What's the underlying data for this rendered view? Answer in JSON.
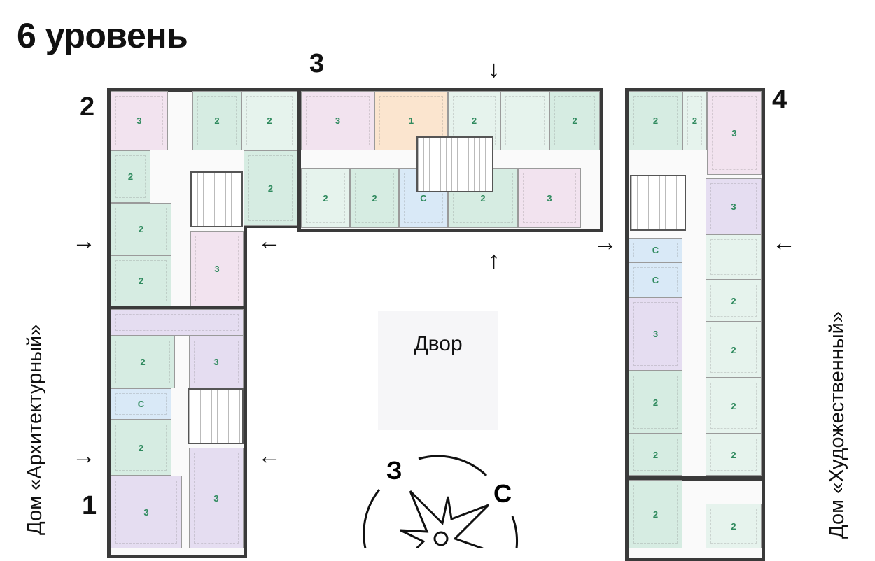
{
  "title": "6 уровень",
  "sections": {
    "s1": "1",
    "s2": "2",
    "s3": "3",
    "s4": "4"
  },
  "yard": "Двор",
  "buildings": {
    "left": "Дом «Архитектурный»",
    "right": "Дом «Художественный»"
  },
  "compass": {
    "west": "З",
    "north": "С"
  },
  "entrance_arrows": [
    "→",
    "←",
    "→",
    "←",
    "↓",
    "↑",
    "→",
    "←"
  ],
  "colors": {
    "pink": "#f2e3ef",
    "green": "#d6ece2",
    "light_green": "#e6f3ed",
    "peach": "#fbe5cf",
    "blue": "#d9e9f7",
    "purple": "#e5ddf1"
  },
  "apartments": [
    {
      "rooms": "3",
      "color": "pink"
    },
    {
      "rooms": "2",
      "color": "green"
    },
    {
      "rooms": "2",
      "color": "light_green"
    },
    {
      "rooms": "2",
      "color": "green"
    },
    {
      "rooms": "2",
      "color": "green"
    },
    {
      "rooms": "2",
      "color": "green"
    },
    {
      "rooms": "2",
      "color": "green"
    },
    {
      "rooms": "3",
      "color": "pink"
    },
    {
      "rooms": "",
      "color": "purple"
    },
    {
      "rooms": "2",
      "color": "green"
    },
    {
      "rooms": "3",
      "color": "purple"
    },
    {
      "rooms": "С",
      "color": "blue"
    },
    {
      "rooms": "2",
      "color": "green"
    },
    {
      "rooms": "3",
      "color": "purple"
    },
    {
      "rooms": "3",
      "color": "purple"
    },
    {
      "rooms": "",
      "color": "light_green"
    },
    {
      "rooms": "3",
      "color": "pink"
    },
    {
      "rooms": "1",
      "color": "peach"
    },
    {
      "rooms": "2",
      "color": "light_green"
    },
    {
      "rooms": "",
      "color": "light_green"
    },
    {
      "rooms": "2",
      "color": "green"
    },
    {
      "rooms": "2",
      "color": "light_green"
    },
    {
      "rooms": "2",
      "color": "green"
    },
    {
      "rooms": "С",
      "color": "blue"
    },
    {
      "rooms": "2",
      "color": "green"
    },
    {
      "rooms": "3",
      "color": "pink"
    },
    {
      "rooms": "2",
      "color": "green"
    },
    {
      "rooms": "2",
      "color": "light_green"
    },
    {
      "rooms": "3",
      "color": "pink"
    },
    {
      "rooms": "3",
      "color": "purple"
    },
    {
      "rooms": "",
      "color": "light_green"
    },
    {
      "rooms": "2",
      "color": "light_green"
    },
    {
      "rooms": "2",
      "color": "light_green"
    },
    {
      "rooms": "2",
      "color": "light_green"
    },
    {
      "rooms": "2",
      "color": "light_green"
    },
    {
      "rooms": "2",
      "color": "light_green"
    },
    {
      "rooms": "С",
      "color": "blue"
    },
    {
      "rooms": "С",
      "color": "blue"
    },
    {
      "rooms": "3",
      "color": "purple"
    },
    {
      "rooms": "2",
      "color": "green"
    },
    {
      "rooms": "2",
      "color": "green"
    },
    {
      "rooms": "2",
      "color": "green"
    }
  ]
}
